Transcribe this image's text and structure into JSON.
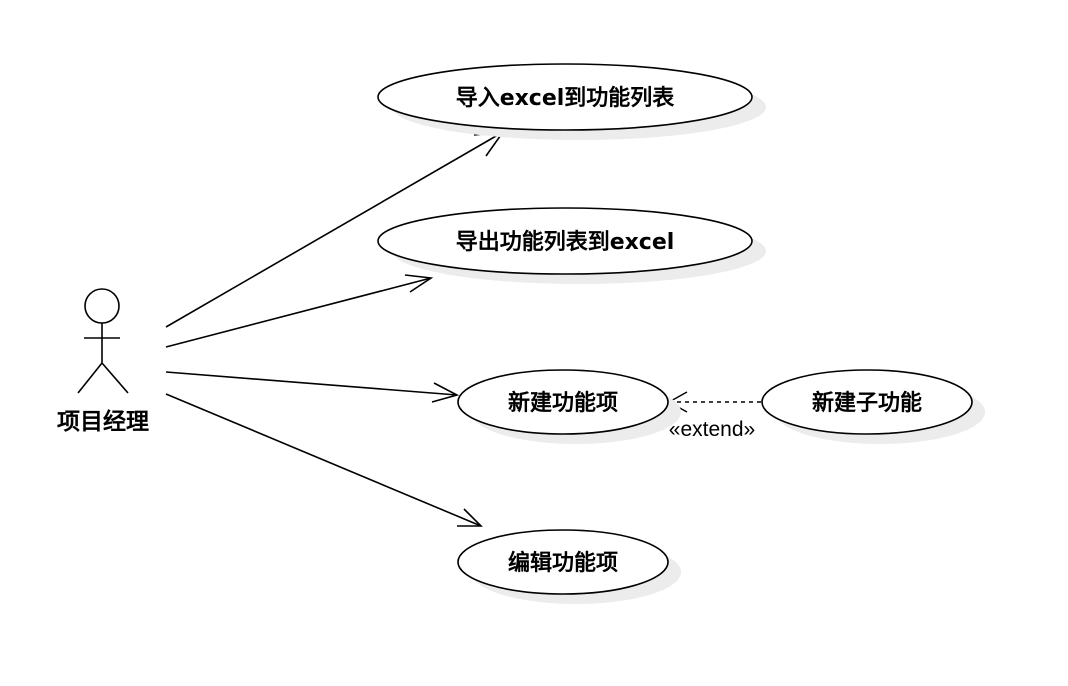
{
  "actor": {
    "name": "项目经理"
  },
  "use_cases": {
    "import_excel": "导入excel到功能列表",
    "export_excel": "导出功能列表到excel",
    "new_item": "新建功能项",
    "new_sub": "新建子功能",
    "edit_item": "编辑功能项"
  },
  "relations": {
    "extend_label": "«extend»"
  },
  "colors": {
    "line": "#000000",
    "shadow": "#ececec",
    "fill": "#ffffff"
  }
}
